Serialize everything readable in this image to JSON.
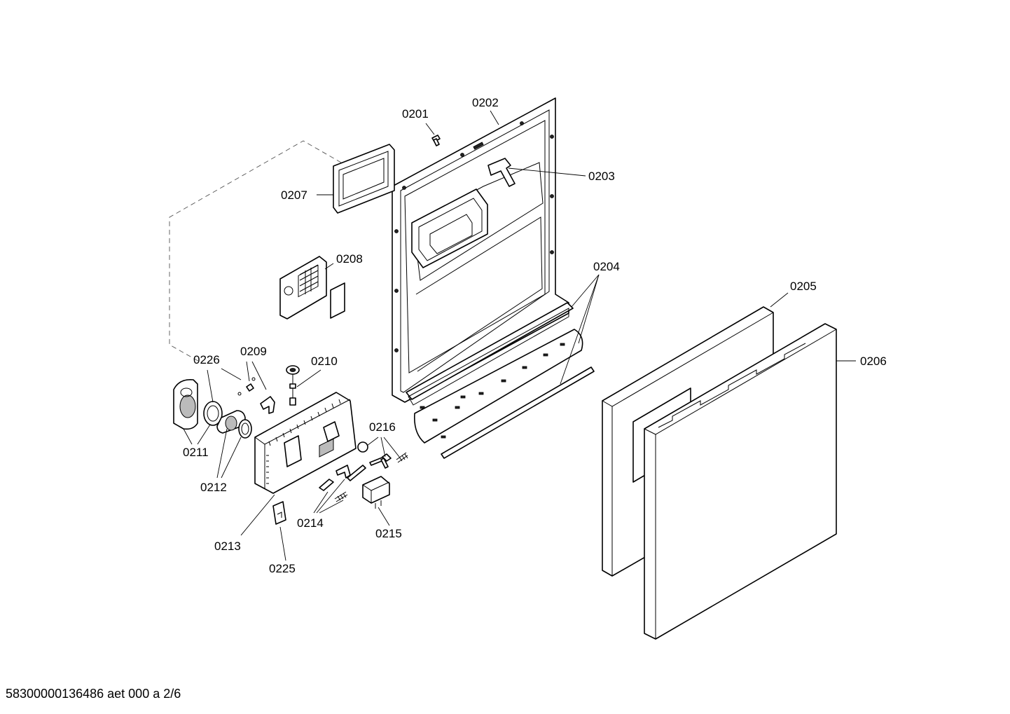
{
  "labels": {
    "p0201": "0201",
    "p0202": "0202",
    "p0203": "0203",
    "p0204": "0204",
    "p0205": "0205",
    "p0206": "0206",
    "p0207": "0207",
    "p0208": "0208",
    "p0209": "0209",
    "p0210": "0210",
    "p0211": "0211",
    "p0212": "0212",
    "p0213": "0213",
    "p0214": "0214",
    "p0215": "0215",
    "p0216": "0216",
    "p0225": "0225",
    "p0226": "0226"
  },
  "footer": {
    "reference": "58300000136486 aet 000 a 2/6"
  }
}
